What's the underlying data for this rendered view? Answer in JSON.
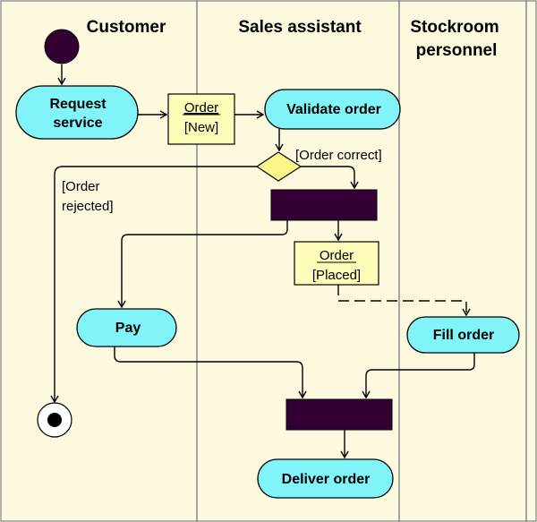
{
  "lanes": {
    "customer": "Customer",
    "sales_assistant": "Sales assistant",
    "stockroom_line1": "Stockroom",
    "stockroom_line2": "personnel"
  },
  "activities": {
    "request_line1": "Request",
    "request_line2": "service",
    "validate": "Validate order",
    "pay": "Pay",
    "fill": "Fill order",
    "deliver": "Deliver order"
  },
  "objects": {
    "order_new": {
      "name": "Order",
      "state": "[New]"
    },
    "order_placed": {
      "name": "Order",
      "state": "[Placed]"
    }
  },
  "guards": {
    "correct": "[Order correct]",
    "rejected_line1": "[Order",
    "rejected_line2": "rejected]"
  },
  "colors": {
    "background": "#fcf9de",
    "activity_fill": "#80f4f8",
    "object_fill": "#fdfbb8",
    "decision_fill": "#fdf58a",
    "bar_fill": "#330033",
    "start_fill": "#330033"
  }
}
